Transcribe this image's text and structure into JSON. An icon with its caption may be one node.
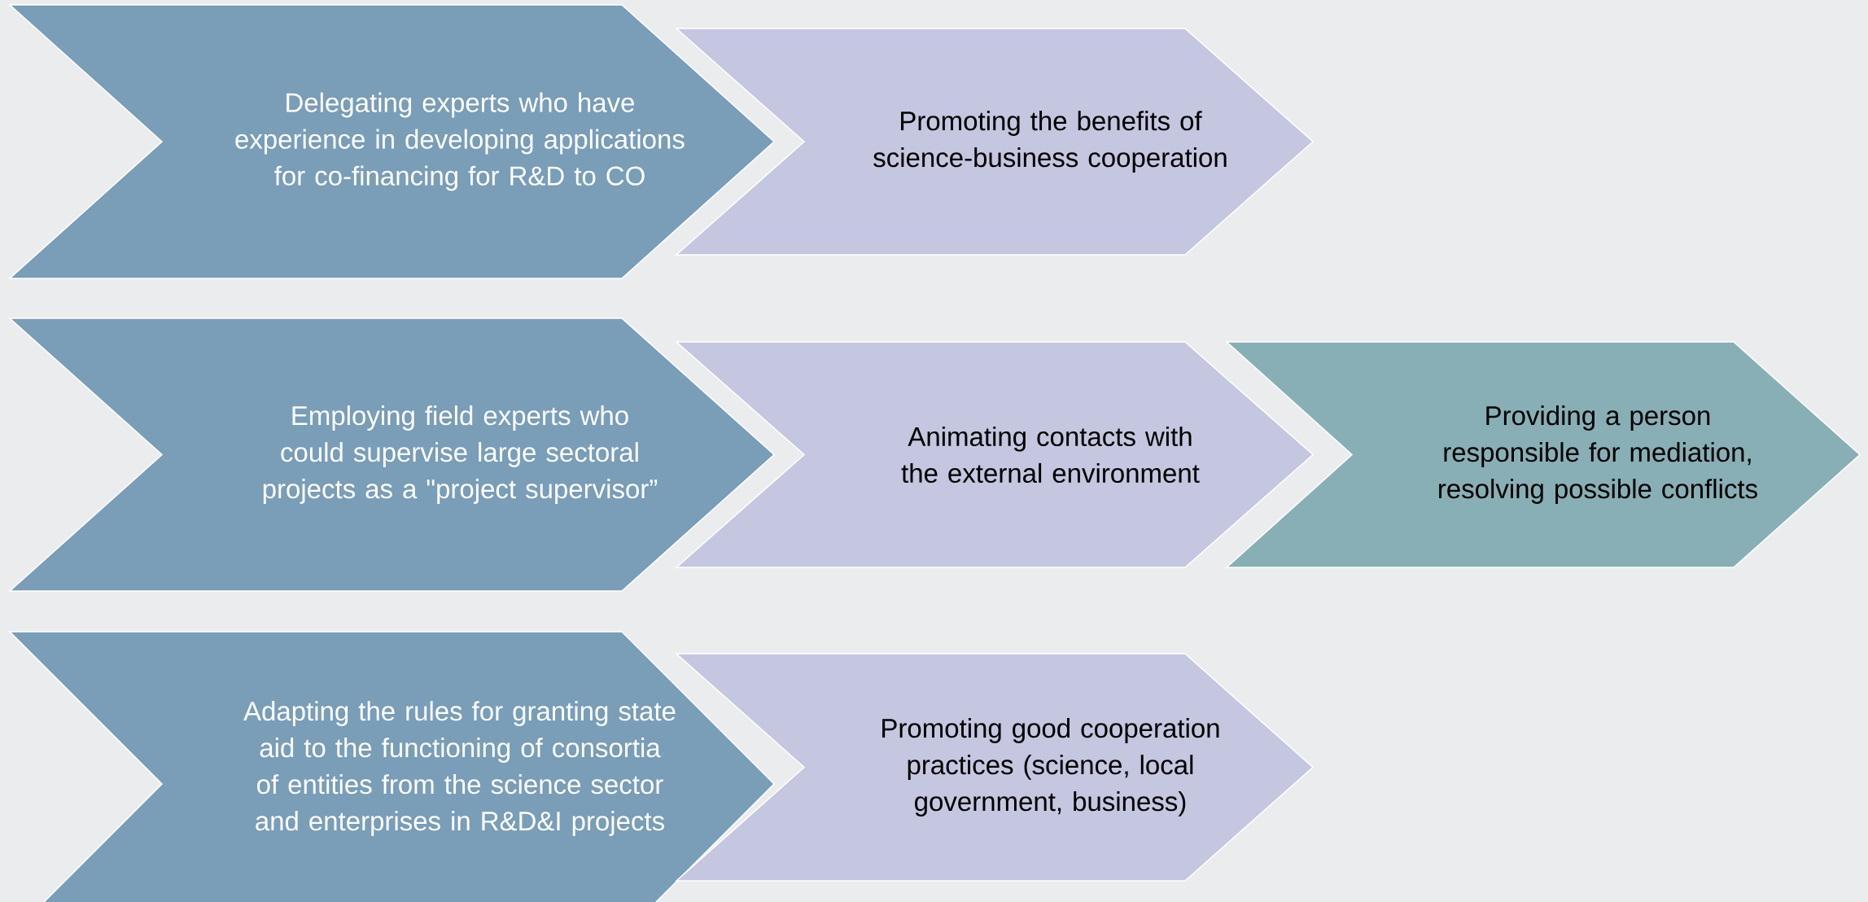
{
  "diagram": {
    "nodes": [
      {
        "text": [
          "Delegating experts who have experience in developing applications for co-financing for R&D to CO"
        ]
      },
      {
        "text": [
          "Promoting the benefits of science-business cooperation"
        ]
      },
      {
        "text": [
          "Employing field experts who could supervise large sectoral projects as a \"project supervisor”"
        ]
      },
      {
        "text": [
          "Animating contacts with the external environment"
        ]
      },
      {
        "text": [
          "Providing a person responsible for mediation, resolving possible conflicts"
        ]
      },
      {
        "text": [
          "Adapting the rules for granting state aid to the functioning of consortia of entities from the science sector and enterprises in R&D&I projects"
        ]
      },
      {
        "text": [
          "Promoting good cooperation practices (science, local government, business)"
        ]
      }
    ]
  }
}
